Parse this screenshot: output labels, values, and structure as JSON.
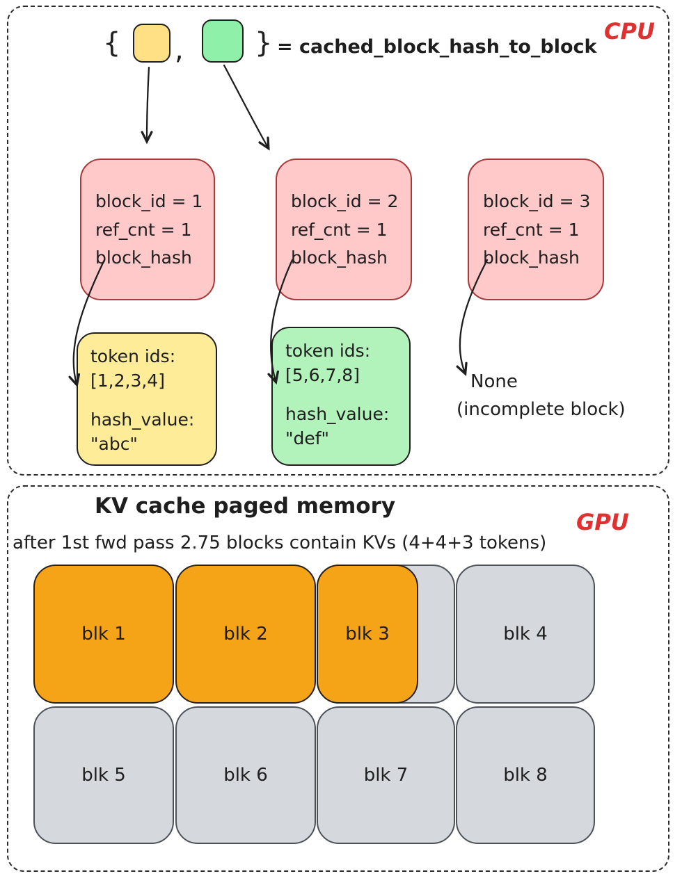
{
  "colors": {
    "accent_red": "#e03131",
    "pink_fill": "#ffc9c9",
    "pink_stroke": "#a83a3a",
    "yellow_fill": "#ffec99",
    "green_fill": "#b2f2bb",
    "orange_fill": "#f5a418",
    "gray_fill": "#d5d9de",
    "ink": "#1e1e1e"
  },
  "cpu": {
    "label": "CPU",
    "expr": {
      "open": "{",
      "comma": ",",
      "close": "}",
      "assign": "= cached_block_hash_to_block"
    },
    "blocks": [
      {
        "line1": "block_id = 1",
        "line2": "ref_cnt = 1",
        "line3": "block_hash"
      },
      {
        "line1": "block_id = 2",
        "line2": "ref_cnt = 1",
        "line3": "block_hash"
      },
      {
        "line1": "block_id = 3",
        "line2": "ref_cnt = 1",
        "line3": "block_hash"
      }
    ],
    "token_boxes": [
      {
        "line1": "token ids:",
        "line2": "[1,2,3,4]",
        "line3": "hash_value:",
        "line4": "\"abc\""
      },
      {
        "line1": "token ids:",
        "line2": "[5,6,7,8]",
        "line3": "hash_value:",
        "line4": "\"def\""
      }
    ],
    "none_note": {
      "line1": "None",
      "line2": "(incomplete block)"
    }
  },
  "gpu": {
    "label": "GPU",
    "title": "KV cache paged memory",
    "subtitle": "after 1st fwd pass 2.75 blocks contain KVs (4+4+3 tokens)",
    "blocks": [
      {
        "label": "blk 1"
      },
      {
        "label": "blk 2"
      },
      {
        "label": "blk 3"
      },
      {
        "label": "blk 4"
      },
      {
        "label": "blk 5"
      },
      {
        "label": "blk 6"
      },
      {
        "label": "blk 7"
      },
      {
        "label": "blk 8"
      }
    ]
  }
}
